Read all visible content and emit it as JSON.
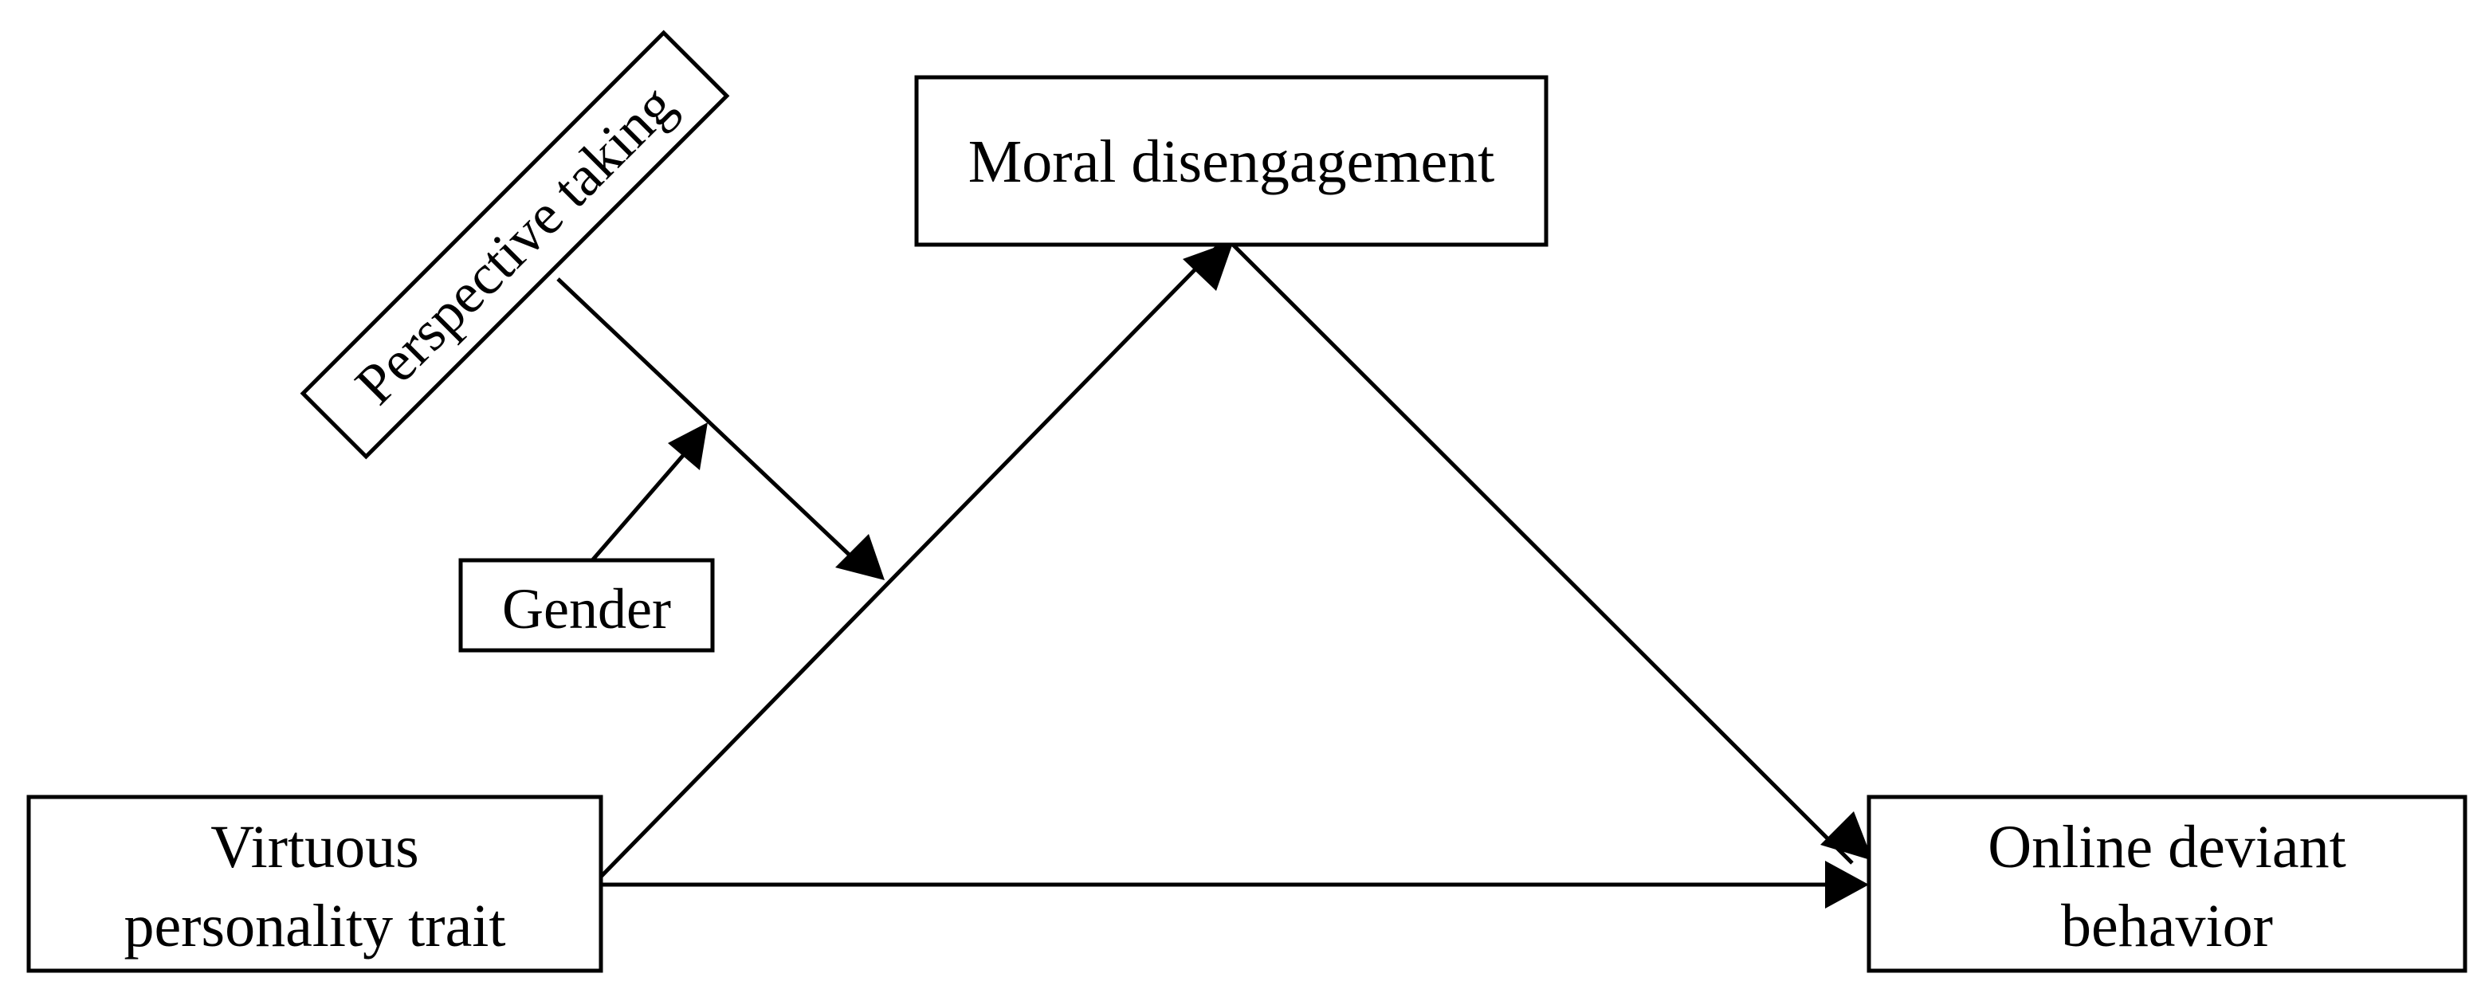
{
  "nodes": {
    "moral_disengagement": {
      "label": "Moral disengagement"
    },
    "virtuous_trait": {
      "line1": "Virtuous",
      "line2": "personality trait"
    },
    "online_deviant": {
      "line1": "Online deviant",
      "line2": "behavior"
    },
    "perspective_taking": {
      "label": "Perspective taking"
    },
    "gender": {
      "label": "Gender"
    }
  },
  "colors": {
    "stroke": "#000000",
    "fill": "#ffffff"
  }
}
